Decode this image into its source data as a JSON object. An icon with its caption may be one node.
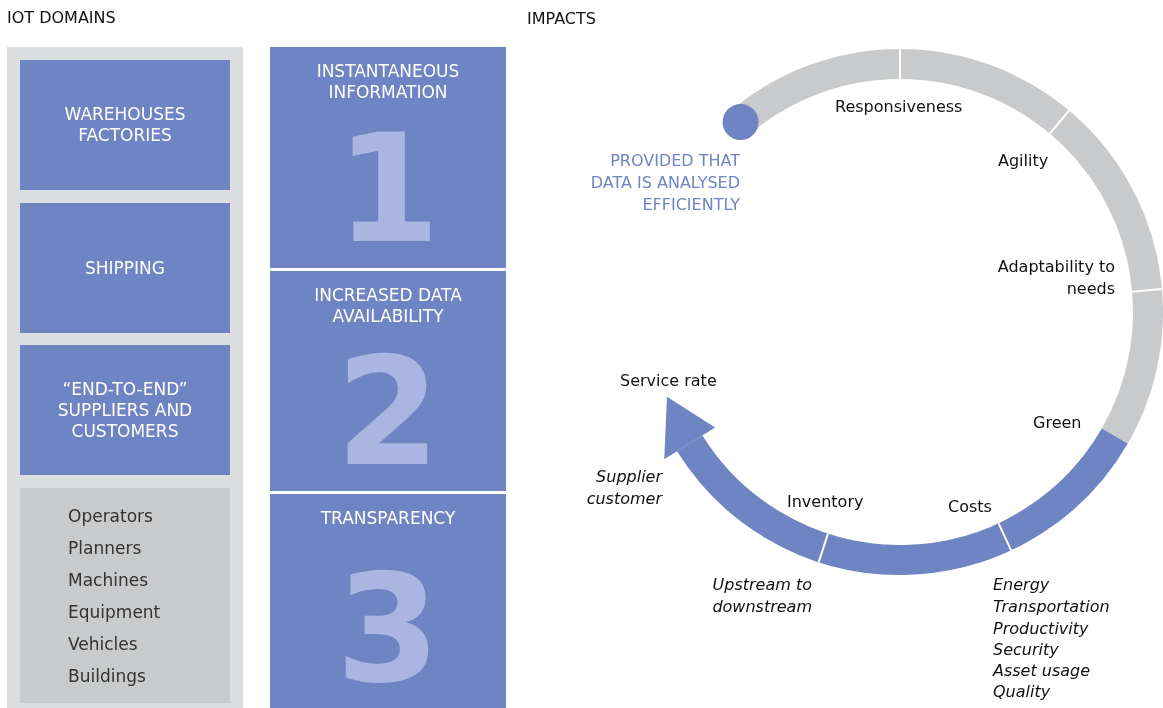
{
  "diagram": {
    "nodes": [
      {
        "text": [
          "IOT DOMAINS"
        ]
      },
      {
        "text": [
          "WAREHOUSES FACTORIES"
        ],
        "in": 0
      },
      {
        "text": [
          "SHIPPING"
        ],
        "in": 0
      },
      {
        "text": [
          "“END-TO-END” SUPPLIERS AND CUSTOMERS"
        ],
        "in": 0
      },
      {
        "text": [
          "Operators",
          "Planners",
          "Machines",
          "Equipment",
          "Vehicles",
          "Buildings"
        ],
        "in": 0
      },
      {
        "text": [
          "INSTANTANEOUS INFORMATION",
          "1"
        ]
      },
      {
        "text": [
          "INCREASED DATA AVAILABILITY",
          "2"
        ]
      },
      {
        "text": [
          "TRANSPARENCY",
          "3"
        ]
      }
    ],
    "labels": [
      "IMPACTS",
      "Responsiveness",
      "PROVIDED THAT DATA IS ANALYSED EFFICIENTLY",
      "Agility",
      "Adaptability to needs",
      "Service rate",
      "Green",
      "Supplier customer",
      "Inventory",
      "Costs",
      "Upstream to downstream",
      "Energy",
      "Transportation",
      "Productivity",
      "Security",
      "Asset usage",
      "Quality"
    ]
  }
}
